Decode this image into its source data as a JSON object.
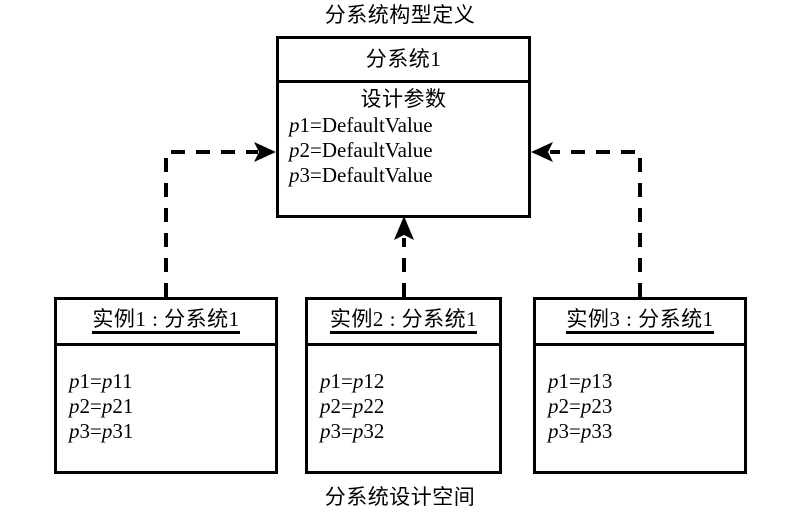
{
  "diagram": {
    "top_caption": "分系统构型定义",
    "bottom_caption": "分系统设计空间",
    "stroke_color": "#000000",
    "background_color": "#ffffff"
  },
  "definition_box": {
    "title": "分系统1",
    "compartment_title": "设计参数",
    "attributes": [
      {
        "param": "p",
        "index": "1",
        "eq": "=",
        "value": "DefaultValue"
      },
      {
        "param": "p",
        "index": "2",
        "eq": "=",
        "value": "DefaultValue"
      },
      {
        "param": "p",
        "index": "3",
        "eq": "=",
        "value": "DefaultValue"
      }
    ]
  },
  "instances": [
    {
      "title": "实例1 : 分系统1",
      "attributes": [
        {
          "param": "p",
          "index": "1",
          "eq": "=",
          "value_param": "p",
          "value_index": "11"
        },
        {
          "param": "p",
          "index": "2",
          "eq": "=",
          "value_param": "p",
          "value_index": "21"
        },
        {
          "param": "p",
          "index": "3",
          "eq": "=",
          "value_param": "p",
          "value_index": "31"
        }
      ]
    },
    {
      "title": "实例2 : 分系统1",
      "attributes": [
        {
          "param": "p",
          "index": "1",
          "eq": "=",
          "value_param": "p",
          "value_index": "12"
        },
        {
          "param": "p",
          "index": "2",
          "eq": "=",
          "value_param": "p",
          "value_index": "22"
        },
        {
          "param": "p",
          "index": "3",
          "eq": "=",
          "value_param": "p",
          "value_index": "32"
        }
      ]
    },
    {
      "title": "实例3 : 分系统1",
      "attributes": [
        {
          "param": "p",
          "index": "1",
          "eq": "=",
          "value_param": "p",
          "value_index": "13"
        },
        {
          "param": "p",
          "index": "2",
          "eq": "=",
          "value_param": "p",
          "value_index": "23"
        },
        {
          "param": "p",
          "index": "3",
          "eq": "=",
          "value_param": "p",
          "value_index": "33"
        }
      ]
    }
  ],
  "connectors": [
    {
      "name": "instance-1-to-definition",
      "style": "dashed",
      "arrowhead": "filled-triangle",
      "direction": "right"
    },
    {
      "name": "instance-2-to-definition",
      "style": "dashed",
      "arrowhead": "filled-triangle",
      "direction": "up"
    },
    {
      "name": "instance-3-to-definition",
      "style": "dashed",
      "arrowhead": "filled-triangle",
      "direction": "left"
    }
  ]
}
